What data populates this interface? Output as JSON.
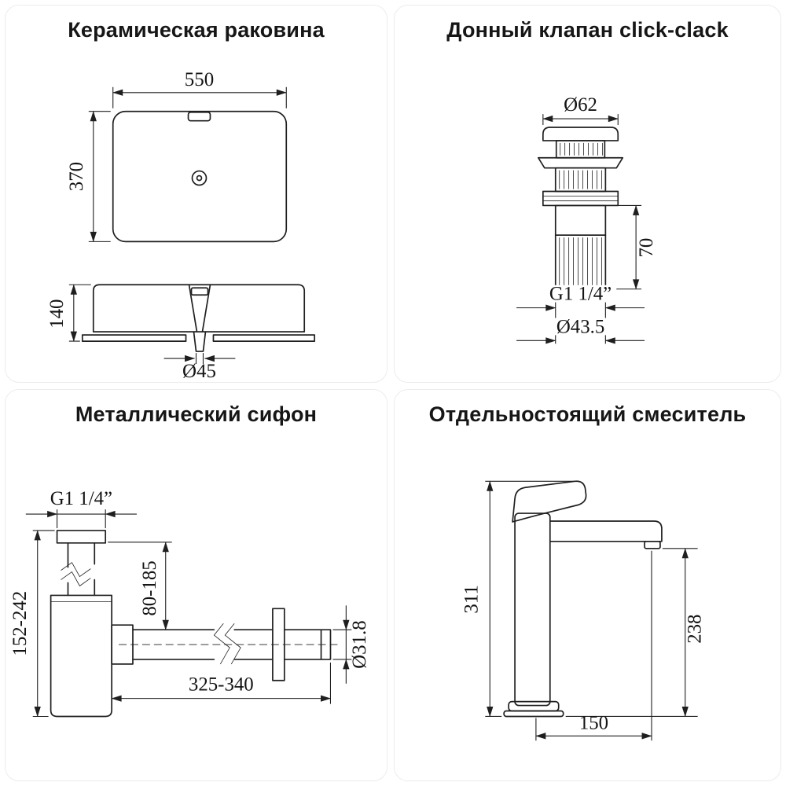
{
  "page": {
    "background": "#ffffff",
    "line_color": "#1f1f1f"
  },
  "panels": {
    "sink": {
      "title": "Керамическая раковина",
      "dims": {
        "width": "550",
        "depth": "370",
        "height": "140",
        "drain_diameter": "Ø45"
      }
    },
    "valve": {
      "title": "Донный клапан click-clack",
      "dims": {
        "cap_diameter": "Ø62",
        "tail_height": "70",
        "thread": "G1 1/4”",
        "tail_diameter": "Ø43.5"
      }
    },
    "siphon": {
      "title": "Металлический сифон",
      "dims": {
        "thread": "G1 1/4”",
        "height_range": "152-242",
        "inlet_depth_range": "80-185",
        "pipe_diameter": "Ø31.8",
        "length_range": "325-340"
      }
    },
    "mixer": {
      "title": "Отдельностоящий смеситель",
      "dims": {
        "total_height": "311",
        "spout_height": "238",
        "spout_reach": "150"
      }
    }
  }
}
